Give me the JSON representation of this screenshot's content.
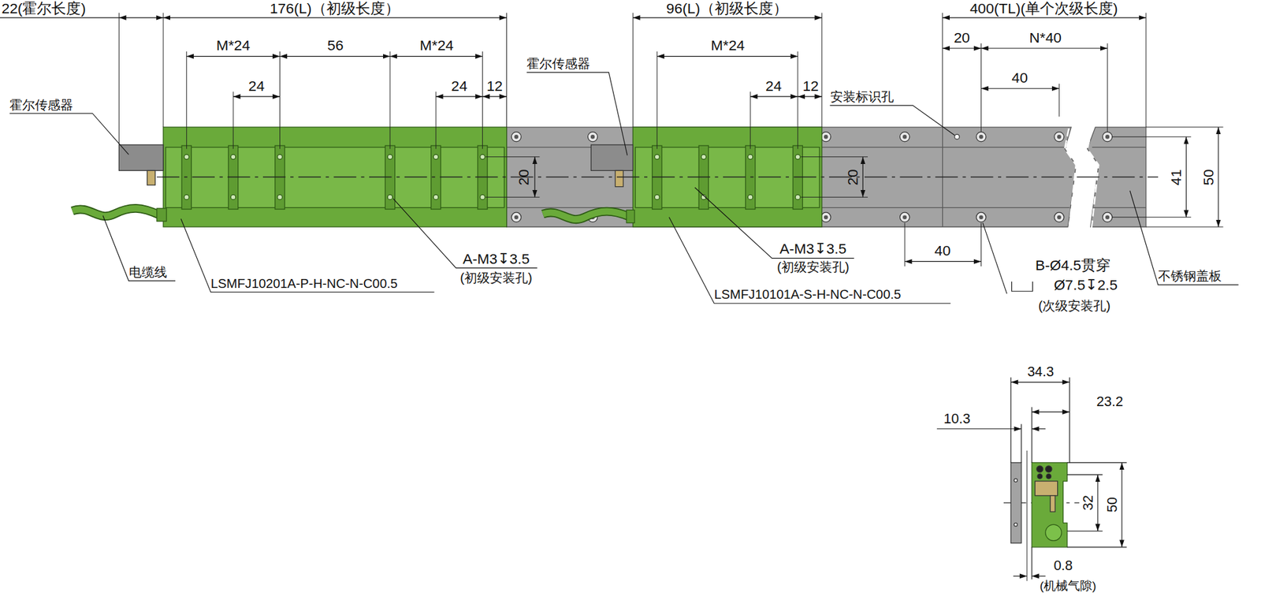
{
  "diagram": {
    "labels": [
      "22(霍尔长度)",
      "176(L)（初级长度）",
      "96(L)（初级长度）",
      "400(TL)(单个次级长度)",
      "M*24",
      "56",
      "M*24",
      "M*24",
      "20",
      "N*40",
      "霍尔传感器",
      "24",
      "24",
      "12",
      "24",
      "12",
      "40",
      "安装标识孔",
      "霍尔传感器",
      "20",
      "20",
      "41",
      "50",
      "40",
      "A-M3↧3.5",
      "(初级安装孔)",
      "A-M3↧3.5",
      "(初级安装孔)",
      "B-Ø4.5贯穿",
      "Ø7.5↧2.5",
      "(次级安装孔)",
      "电缆线",
      "LSMFJ10201A-P-H-NC-N-C00.5",
      "LSMFJ10101A-S-H-NC-N-C00.5",
      "不锈钢盖板",
      "34.3",
      "23.2",
      "10.3",
      "32",
      "50",
      "0.8",
      "(机械气隙)"
    ]
  }
}
